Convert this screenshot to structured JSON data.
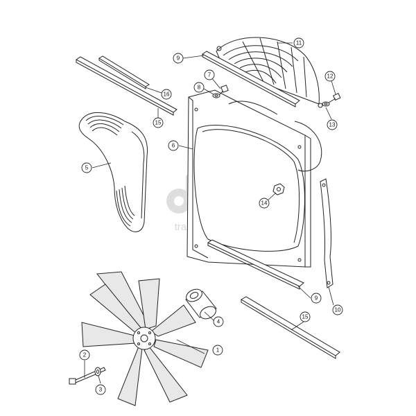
{
  "watermark": {
    "text": "traktor-parts.pl",
    "logo": "tractor-silhouette-icon",
    "color": "#b8b8b8"
  },
  "callouts": [
    {
      "id": "c1",
      "label": "1"
    },
    {
      "id": "c2",
      "label": "2"
    },
    {
      "id": "c3",
      "label": "3"
    },
    {
      "id": "c4",
      "label": "4"
    },
    {
      "id": "c5",
      "label": "5"
    },
    {
      "id": "c6",
      "label": "6"
    },
    {
      "id": "c7",
      "label": "7"
    },
    {
      "id": "c8",
      "label": "8"
    },
    {
      "id": "c9a",
      "label": "9"
    },
    {
      "id": "c9b",
      "label": "9"
    },
    {
      "id": "c10",
      "label": "10"
    },
    {
      "id": "c11",
      "label": "11"
    },
    {
      "id": "c12",
      "label": "12"
    },
    {
      "id": "c13",
      "label": "13"
    },
    {
      "id": "c14",
      "label": "14"
    },
    {
      "id": "c15a",
      "label": "15"
    },
    {
      "id": "c15b",
      "label": "15"
    },
    {
      "id": "c16",
      "label": "16"
    }
  ]
}
